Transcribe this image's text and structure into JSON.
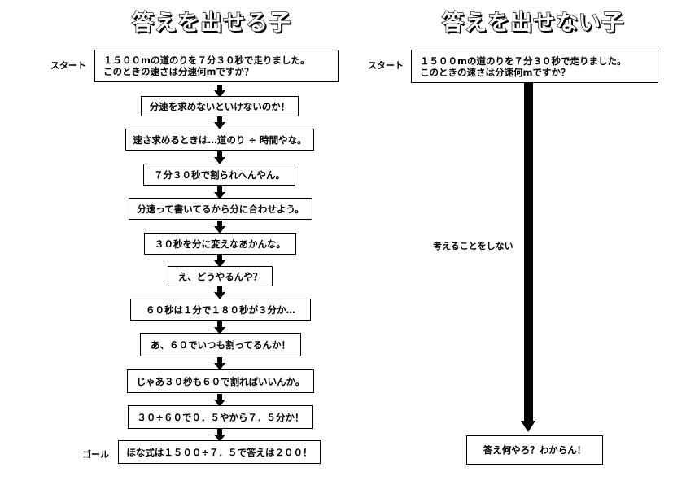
{
  "left": {
    "title": "答えを出せる子",
    "start_label": "スタート",
    "question": [
      "１５００mの道のりを７分３０秒で走りました。",
      "このときの速さは分速何mですか？"
    ],
    "steps": [
      "分速を求めないといけないのか！",
      "速さ求めるときは…道のり ÷ 時間やな。",
      "７分３０秒で割られへんやん。",
      "分速って書いてるから分に合わせよう。",
      "３０秒を分に変えなあかんな。",
      "え、どうやるんや？",
      "６０秒は１分で１８０秒が３分か…",
      "あ、６０でいつも割ってるんか！",
      "じゃあ３０秒も６０で割ればいいんか。",
      "３０÷６０で０．５やから７．５分か！",
      "ほな式は１５００÷７．５で答えは２００！"
    ],
    "goal_label": "ゴール"
  },
  "right": {
    "title": "答えを出せない子",
    "start_label": "スタート",
    "question": [
      "１５００mの道のりを７分３０秒で走りました。",
      "このときの速さは分速何mですか？"
    ],
    "middle_text": "考えることをしない",
    "end": "答え何やろ？わからん！"
  }
}
